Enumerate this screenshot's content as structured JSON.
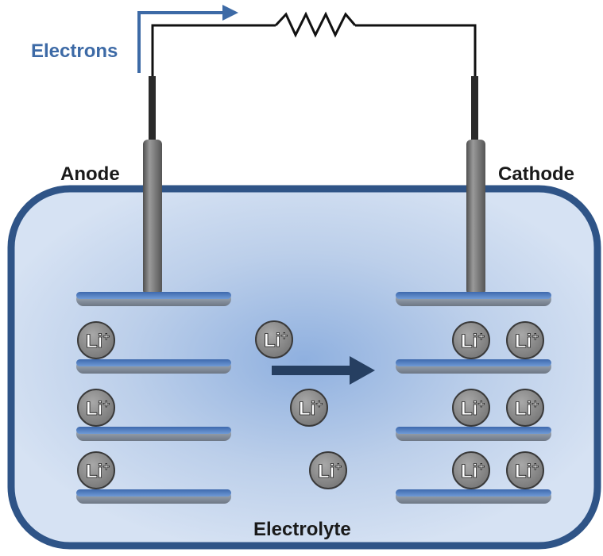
{
  "labels": {
    "electrons": "Electrons",
    "anode": "Anode",
    "cathode": "Cathode",
    "electrolyte": "Electrolyte"
  },
  "ion": {
    "symbol": "Li",
    "charge": "+"
  },
  "ion_groups": {
    "anode": 3,
    "electrolyte": 3,
    "cathode": 6
  },
  "colors": {
    "container_fill": "#c9d8ee",
    "container_stroke": "#2f5487",
    "electrolyte_glow": "#8fb0df",
    "label_blue": "#3d6aa6",
    "label_dark": "#1a1a1a",
    "ion_fill": "#8a8a8a",
    "ion_stroke": "#3a3a3a",
    "plate_top": "#5b84c4",
    "plate_edge": "#7e8a9a",
    "arrow": "#263f61",
    "wire": "#111111",
    "rod": "#7b7b7b"
  }
}
